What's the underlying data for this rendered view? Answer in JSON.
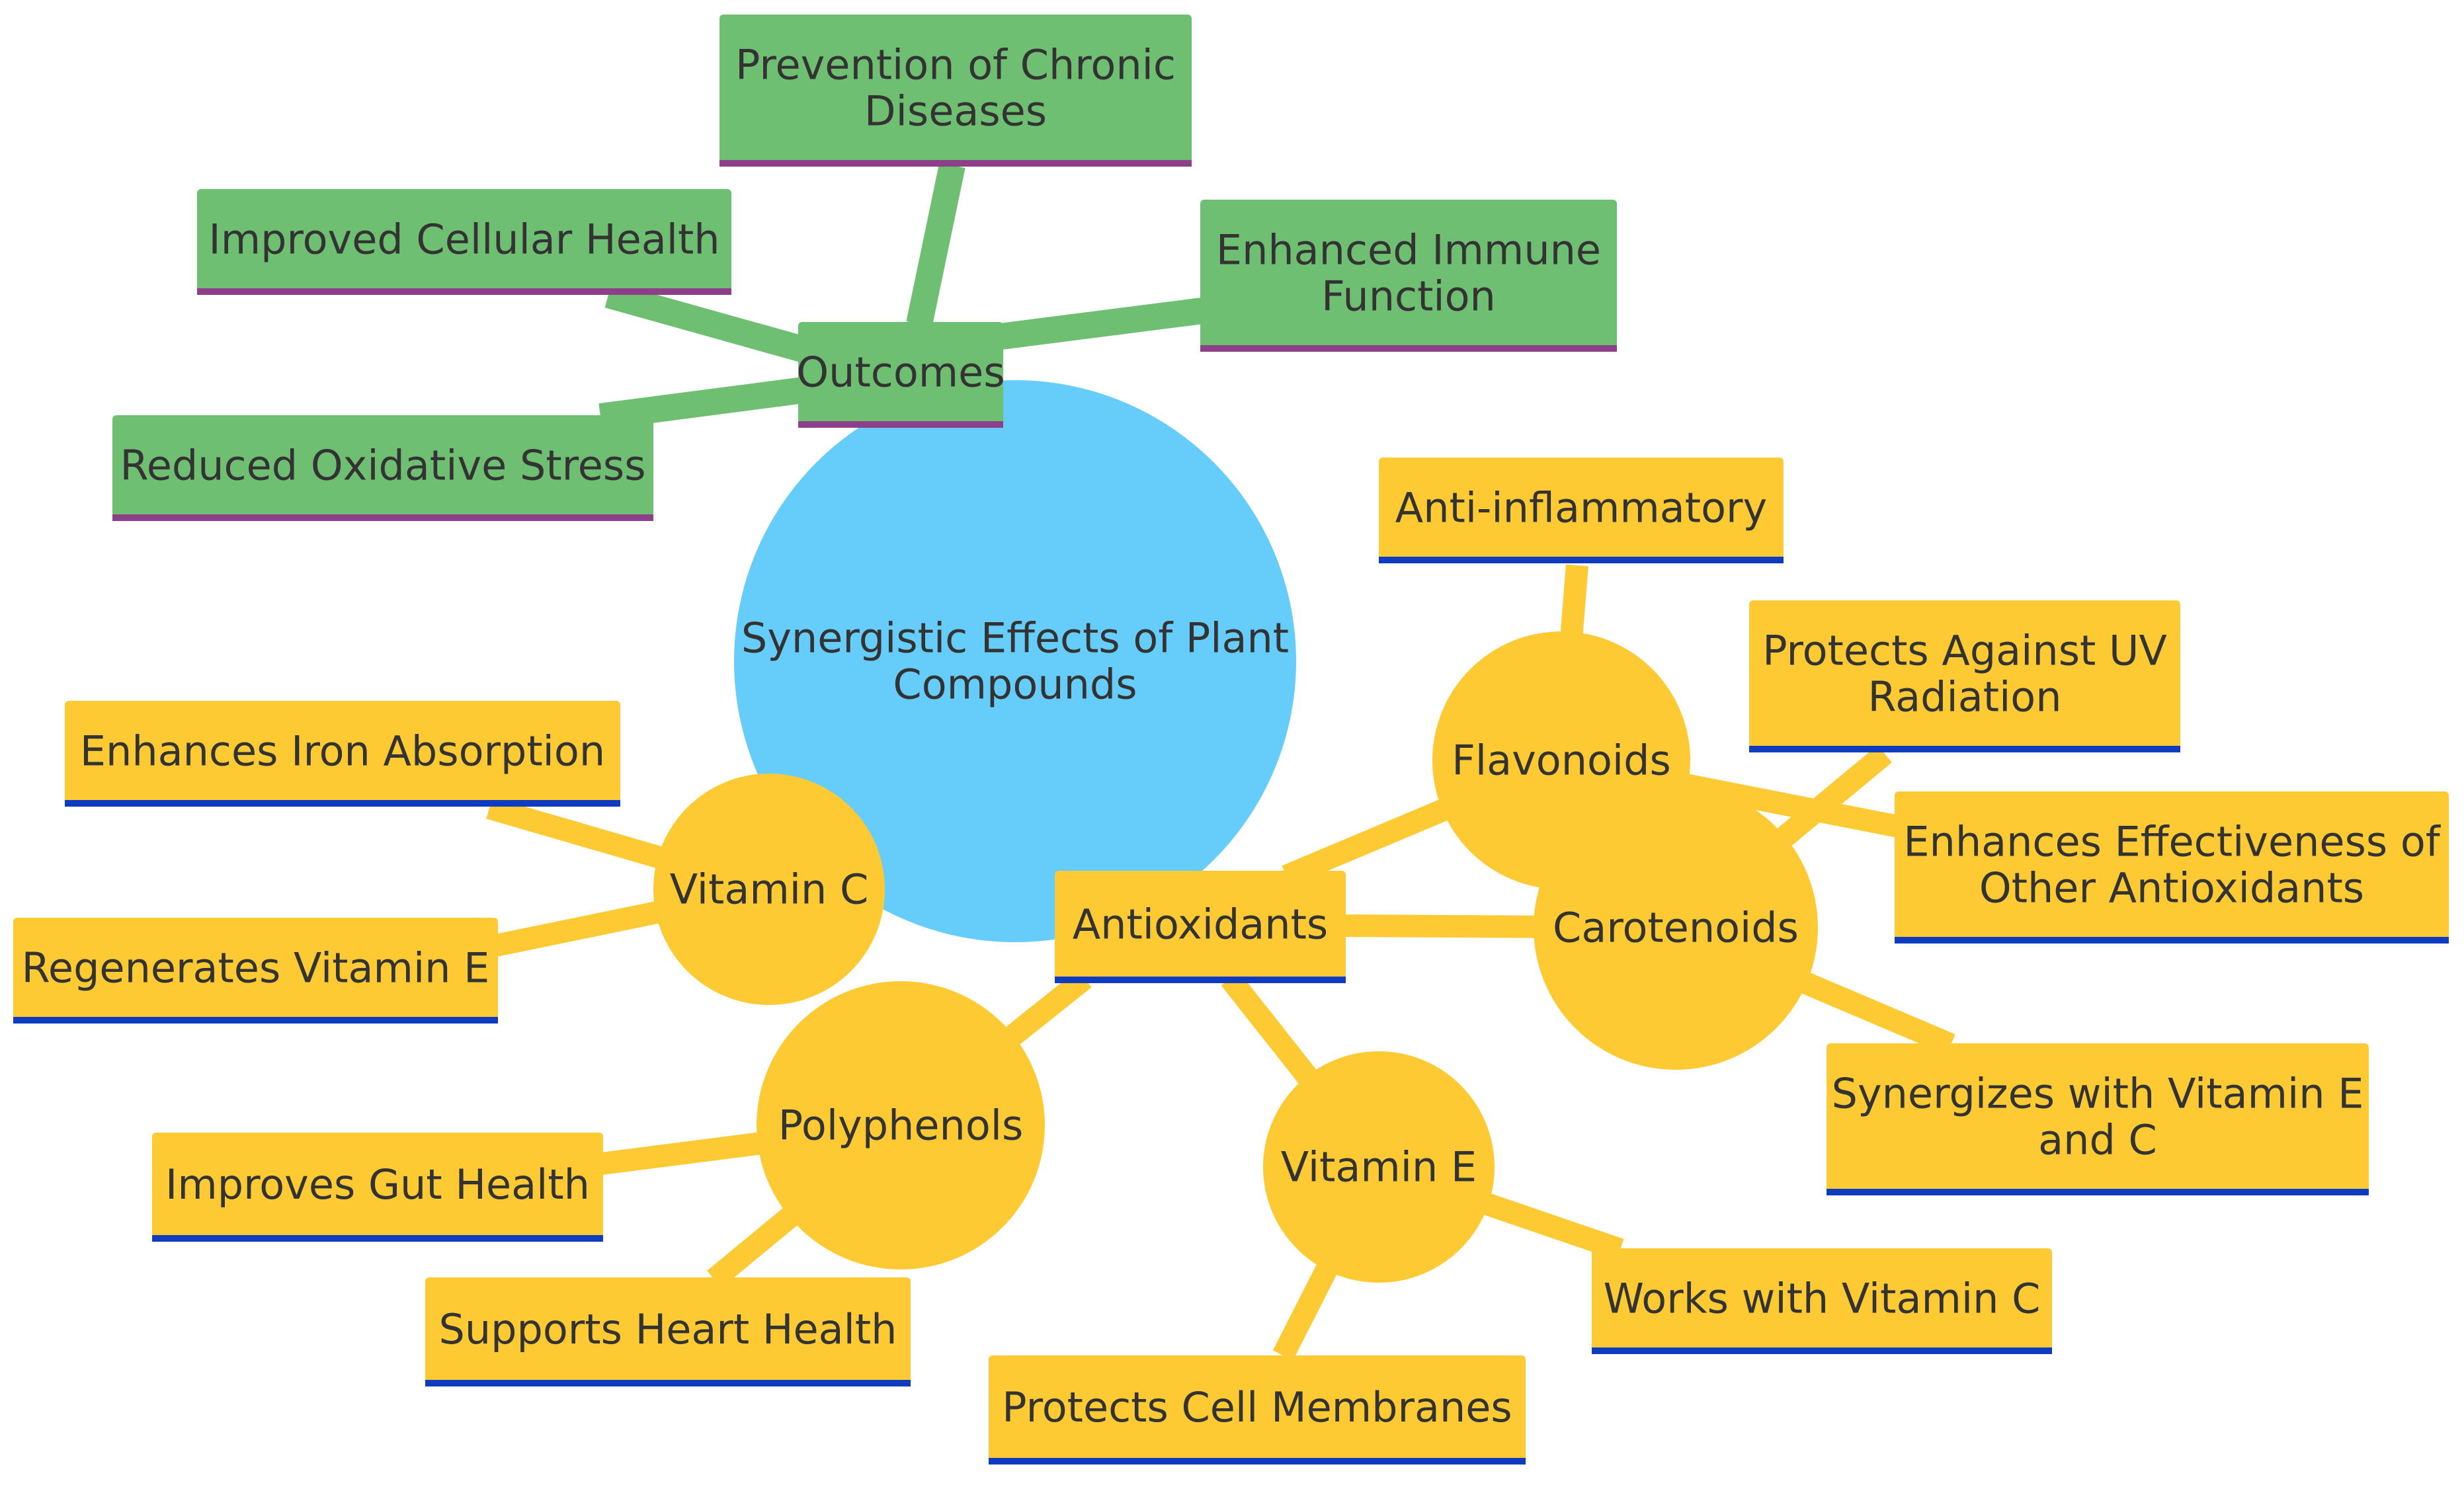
{
  "title": "Synergistic Effects of Plant Compounds",
  "colors": {
    "root_fill": "#66ccfa",
    "outcome_fill": "#6fbf73",
    "outcome_border": "#8e3f8a",
    "outcome_edge": "#6fbf73",
    "antioxidant_fill": "#fdca33",
    "antioxidant_border": "#0e3bc0",
    "antioxidant_edge": "#fdca33",
    "text": "#333333"
  },
  "root": {
    "label": [
      "Synergistic Effects of Plant",
      "Compounds"
    ]
  },
  "outcomes": {
    "label": [
      "Outcomes"
    ],
    "children": [
      {
        "label": [
          "Prevention of Chronic",
          "Diseases"
        ]
      },
      {
        "label": [
          "Improved Cellular Health"
        ]
      },
      {
        "label": [
          "Enhanced Immune",
          "Function"
        ]
      },
      {
        "label": [
          "Reduced Oxidative Stress"
        ]
      }
    ]
  },
  "antioxidants": {
    "label": [
      "Antioxidants"
    ],
    "children": [
      {
        "label": [
          "Flavonoids"
        ],
        "children": [
          {
            "label": [
              "Anti-inflammatory"
            ]
          },
          {
            "label": [
              "Enhances Effectiveness of",
              "Other Antioxidants"
            ]
          }
        ]
      },
      {
        "label": [
          "Carotenoids"
        ],
        "children": [
          {
            "label": [
              "Protects Against UV",
              "Radiation"
            ]
          },
          {
            "label": [
              "Synergizes with Vitamin E",
              "and C"
            ]
          }
        ]
      },
      {
        "label": [
          "Vitamin E"
        ],
        "children": [
          {
            "label": [
              "Works with Vitamin C"
            ]
          },
          {
            "label": [
              "Protects Cell Membranes"
            ]
          }
        ]
      },
      {
        "label": [
          "Polyphenols"
        ],
        "children": [
          {
            "label": [
              "Improves Gut Health"
            ]
          },
          {
            "label": [
              "Supports Heart Health"
            ]
          }
        ]
      },
      {
        "label": [
          "Vitamin C"
        ],
        "children": [
          {
            "label": [
              "Enhances Iron Absorption"
            ]
          },
          {
            "label": [
              "Regenerates Vitamin E"
            ]
          }
        ]
      }
    ]
  }
}
